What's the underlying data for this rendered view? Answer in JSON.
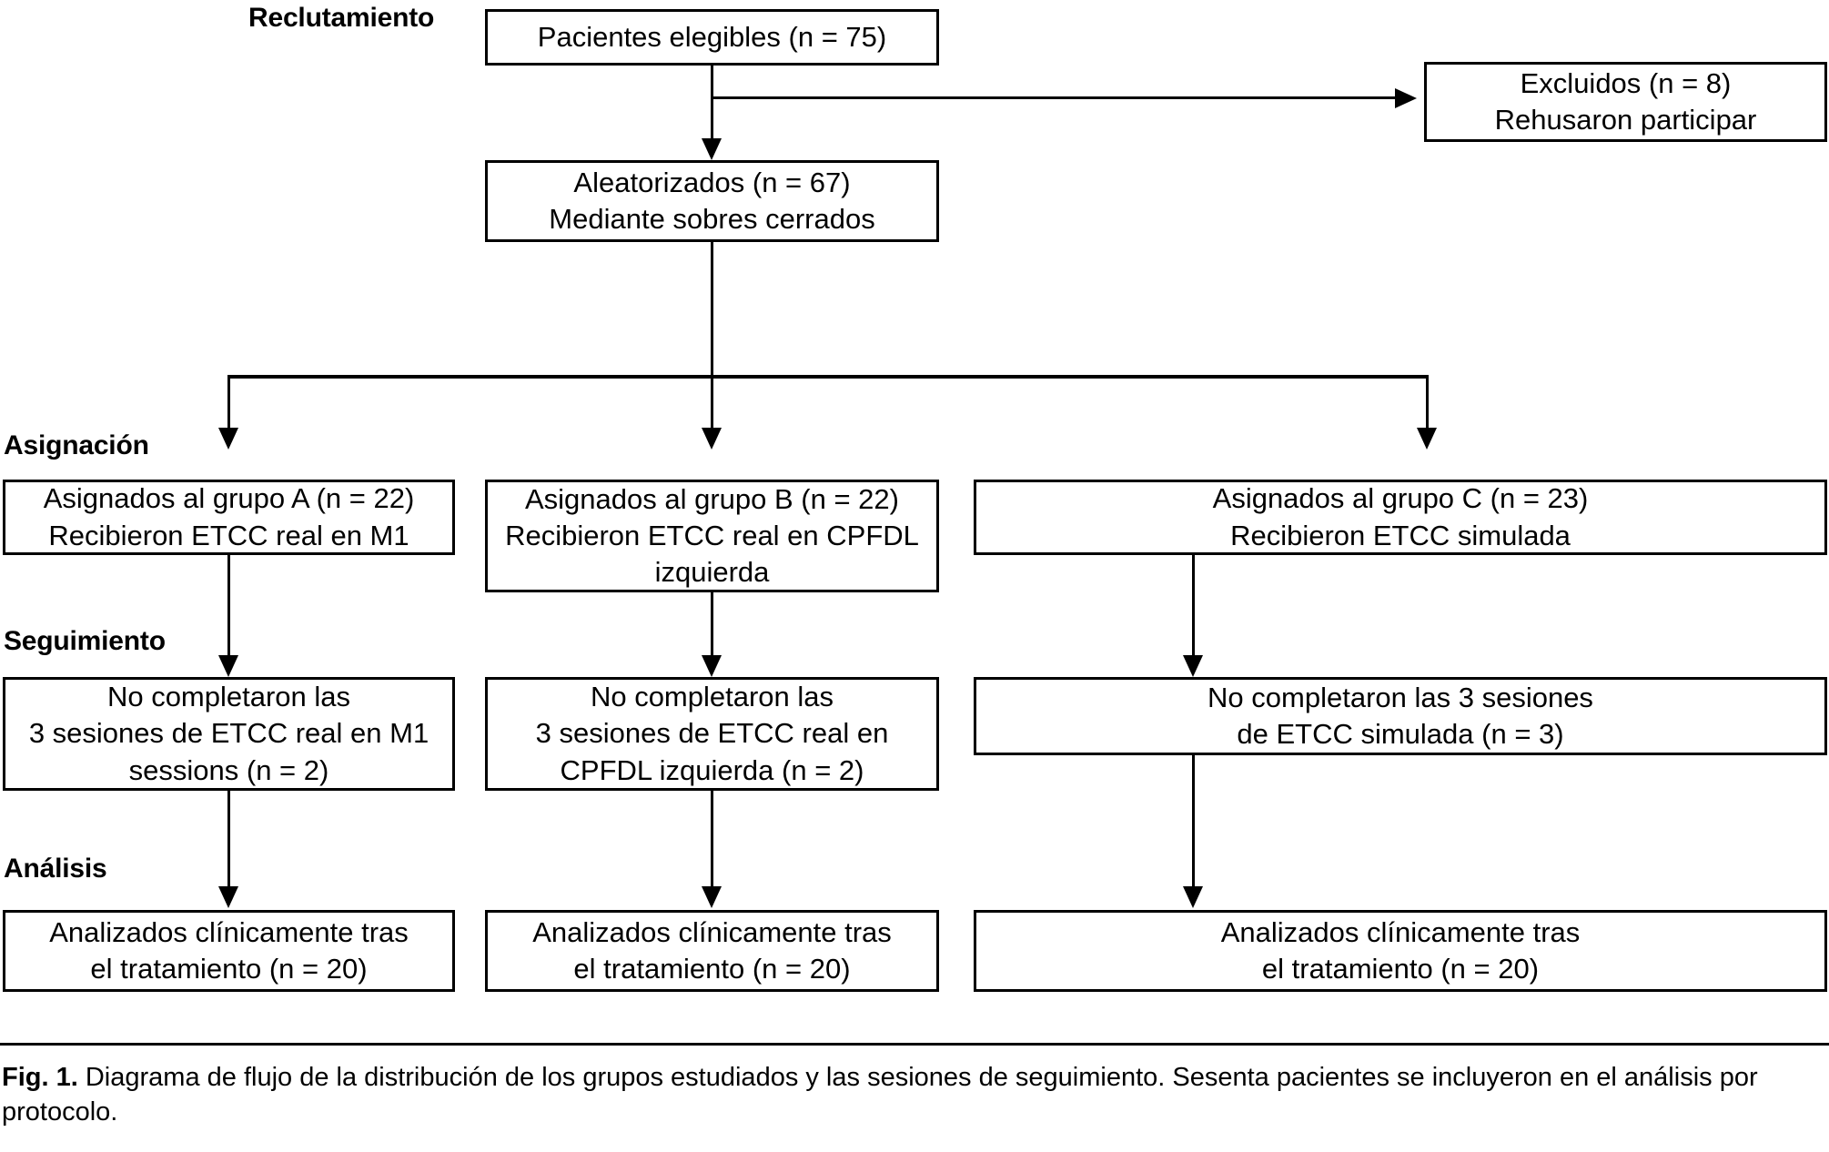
{
  "figure": {
    "stage_labels": {
      "recruitment": "Reclutamiento",
      "allocation": "Asignación",
      "followup": "Seguimiento",
      "analysis": "Análisis"
    },
    "nodes": {
      "eligible": {
        "lines": [
          "Pacientes elegibles (n = 75)"
        ]
      },
      "excluded": {
        "lines": [
          "Excluidos (n = 8)",
          "Rehusaron participar"
        ]
      },
      "randomized": {
        "lines": [
          "Aleatorizados (n = 67)",
          "Mediante sobres cerrados"
        ]
      },
      "alloc_a": {
        "lines": [
          "Asignados al grupo A (n = 22)",
          "Recibieron ETCC real en M1"
        ]
      },
      "alloc_b": {
        "lines": [
          "Asignados al grupo B (n = 22)",
          "Recibieron ETCC real en CPFDL",
          "izquierda"
        ]
      },
      "alloc_c": {
        "lines": [
          "Asignados al grupo C (n = 23)",
          "Recibieron ETCC simulada"
        ]
      },
      "follow_a": {
        "lines": [
          "No completaron las",
          "3 sesiones de ETCC real en M1",
          "sessions (n = 2)"
        ]
      },
      "follow_b": {
        "lines": [
          "No completaron las",
          "3 sesiones de ETCC real en",
          "CPFDL izquierda (n = 2)"
        ]
      },
      "follow_c": {
        "lines": [
          "No completaron las 3 sesiones",
          "de ETCC simulada (n = 3)"
        ]
      },
      "analysis_a": {
        "lines": [
          "Analizados clínicamente tras",
          "el tratamiento (n = 20)"
        ]
      },
      "analysis_b": {
        "lines": [
          "Analizados clínicamente tras",
          "el tratamiento (n = 20)"
        ]
      },
      "analysis_c": {
        "lines": [
          "Analizados clínicamente tras",
          "el tratamiento (n = 20)"
        ]
      }
    },
    "caption": {
      "prefix": "Fig. 1.",
      "text": " Diagrama de flujo de la distribución de los grupos estudiados y las sesiones de seguimiento. Sesenta pacientes se incluyeron en el análisis por protocolo."
    },
    "colors": {
      "stroke": "#000000",
      "background": "#ffffff",
      "text": "#000000"
    }
  }
}
